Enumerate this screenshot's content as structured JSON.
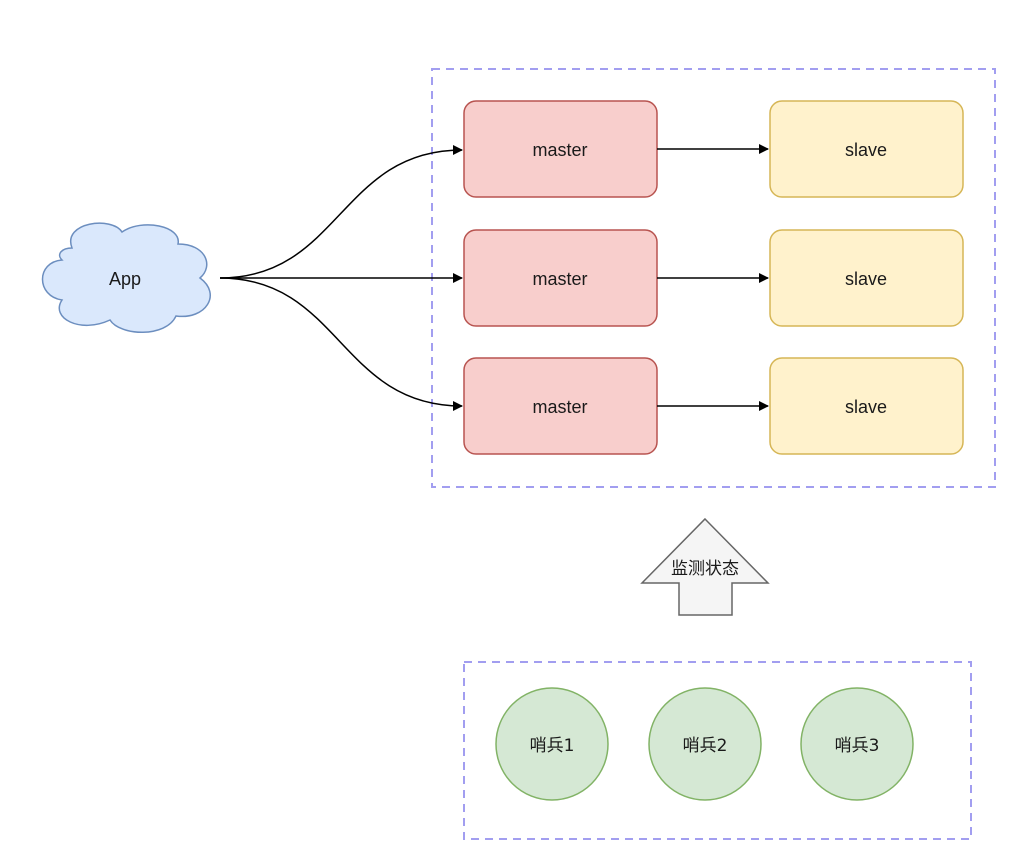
{
  "colors": {
    "background": "#ffffff",
    "cloud_fill": "#dae8fc",
    "cloud_stroke": "#6c8ebf",
    "master_fill": "#f8cecc",
    "master_stroke": "#b85450",
    "slave_fill": "#fff2cc",
    "slave_stroke": "#d6b656",
    "sentinel_fill": "#d5e8d4",
    "sentinel_stroke": "#82b366",
    "group_border": "#a29ef0",
    "arrow": "#000000",
    "block_arrow_fill": "#f5f5f5",
    "block_arrow_stroke": "#666666"
  },
  "app": {
    "label": "App",
    "icon": "cloud-icon"
  },
  "cluster": {
    "rows": [
      {
        "master": "master",
        "slave": "slave"
      },
      {
        "master": "master",
        "slave": "slave"
      },
      {
        "master": "master",
        "slave": "slave"
      }
    ]
  },
  "monitor_arrow": {
    "label": "监测状态",
    "direction": "up"
  },
  "sentinels": [
    {
      "label": "哨兵1"
    },
    {
      "label": "哨兵2"
    },
    {
      "label": "哨兵3"
    }
  ]
}
